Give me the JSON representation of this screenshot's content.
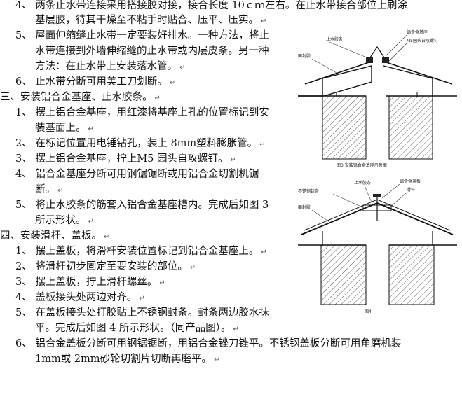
{
  "text": {
    "l1": "4、 两条止水带连接采用搭接胶对接，接合长度 10ｃｍ左右。在止水带接合部位上刷涂",
    "l2": "基层胶，待其干燥至不粘手时贴合、压平、压实。",
    "l3": "5、 屋面伸缩缝止水带一定要装好排水。一种方法，将止",
    "l4": "水带连接到外墙伸缩缝的止水带或内层皮条。另一种",
    "l5": "方法：在止水带上安装落水管。",
    "l6": "6、 止水带分断可用美工刀划断。",
    "l7": "三、安装铝合金基座、止水胶条。",
    "l8": "1、 摆上铝合金基座，用红漆将基座上孔的位置标记到安",
    "l9": "装基面上。",
    "l10": "2、 在标记位置用电锤钻孔，装上 8mm塑料膨胀管。",
    "l11": "3、 摆上铝合金基座，拧上M5 园头自攻螺钉。",
    "l12": "4、 铝合金基座分断可用钢锯锯断或用铝合金切割机锯",
    "l13": "断。",
    "l14": "5、 将止水胶条的筋套入铝合金基座槽内。完成后如图 3",
    "l15": "所示形状。",
    "l16": "四、安装滑杆、盖板。",
    "l17": "1、 摆上盖板，将滑杆安装位置标记到铝合金基座上。",
    "l18": "2、 将滑杆初步固定至要安装的部位。",
    "l19": "3、 摆上盖板，拧上滑杆螺丝。",
    "l20": "4、 盖板接头处两边对齐。",
    "l21": "5、 在盖板接头处打胶贴上不锈钢封条。封条两边胶水抹",
    "l22": "平。完成后如图 4 所示形状。（同产品图）。",
    "l23": "6、 铝合金盖板分断可用钢锯锯断，用铝合金锉刀锉平。不锈钢盖板分断可用角磨机装",
    "l24": "1mm或 2mm砂轮切割片切断再磨平。"
  },
  "paragraph_mark": "↵",
  "figure3": {
    "caption": "图3 安装铝合金基座示意图",
    "labels": [
      "止水胶条",
      "铝合金基座",
      "M5园头自攻螺钉",
      "面封胶"
    ]
  },
  "figure4": {
    "caption": "图4",
    "labels": [
      "止水胶条",
      "铝合金盖板",
      "滑杆",
      "不锈钢封条",
      "面封胶"
    ]
  }
}
